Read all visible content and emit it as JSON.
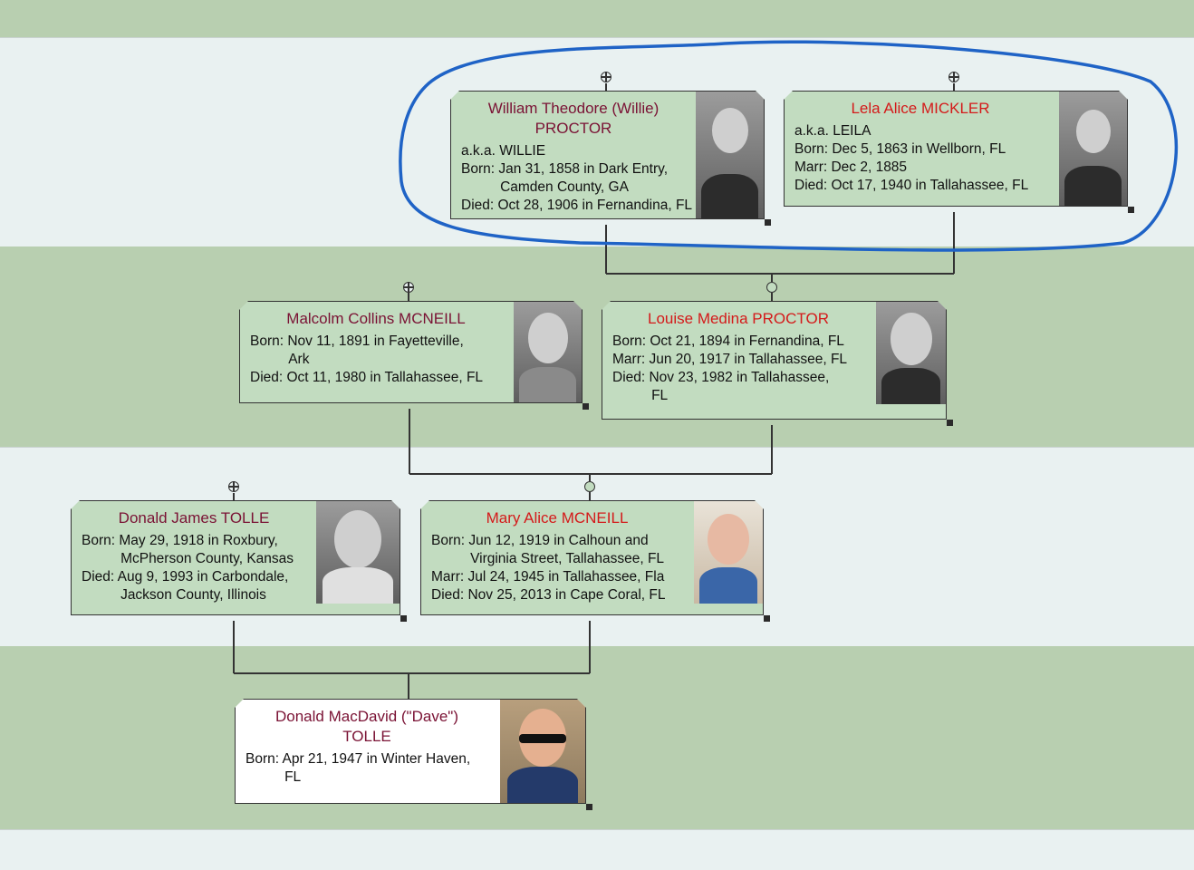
{
  "people": {
    "william": {
      "name": "William Theodore (Willie)\nPROCTOR",
      "details": "a.k.a. WILLIE\nBorn: Jan 31, 1858 in Dark Entry,\n          Camden County, GA\nDied: Oct 28, 1906 in Fernandina, FL",
      "photo": "man-with-mustache-bw-photo"
    },
    "lela": {
      "name": "Lela Alice MICKLER",
      "details": "a.k.a. LEILA\nBorn: Dec 5, 1863 in Wellborn, FL\nMarr: Dec 2, 1885\nDied: Oct 17, 1940 in Tallahassee, FL",
      "photo": "woman-bw-photo"
    },
    "malcolm": {
      "name": "Malcolm Collins MCNEILL",
      "details": "Born: Nov 11, 1891 in Fayetteville,\n          Ark\nDied: Oct 11, 1980 in Tallahassee, FL",
      "photo": "elderly-man-bw-photo"
    },
    "louise": {
      "name": "Louise Medina PROCTOR",
      "details": "Born: Oct 21, 1894 in Fernandina, FL\nMarr: Jun 20, 1917 in Tallahassee, FL\nDied: Nov 23, 1982 in Tallahassee,\n          FL",
      "photo": "elderly-woman-bw-photo"
    },
    "donald_james": {
      "name": "Donald James TOLLE",
      "details": "Born: May 29, 1918 in Roxbury,\n          McPherson County, Kansas\nDied: Aug 9, 1993 in Carbondale,\n          Jackson County, Illinois",
      "photo": "man-bw-photo"
    },
    "mary_alice": {
      "name": "Mary Alice MCNEILL",
      "details": "Born: Jun 12, 1919 in Calhoun and\n          Virginia Street, Tallahassee, FL\nMarr: Jul 24, 1945 in Tallahassee, Fla\nDied: Nov 25, 2013 in Cape Coral, FL",
      "photo": "elderly-woman-color-photo"
    },
    "dave": {
      "name": "Donald MacDavid (\"Dave\")\nTOLLE",
      "details": "Born: Apr 21, 1947 in Winter Haven,\n          FL",
      "photo": "man-with-sunglasses-color-photo"
    }
  },
  "colors": {
    "card": "#c2dcc0",
    "band_green": "#b8cfb0",
    "band_light": "#e9f1f1",
    "male_name": "#7a1234",
    "female_name": "#d41a1a",
    "highlight": "#1f63c6"
  }
}
